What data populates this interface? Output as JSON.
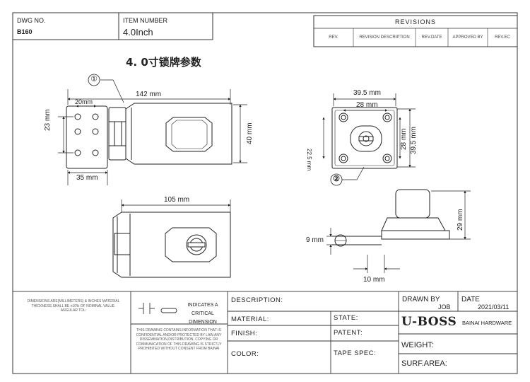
{
  "title_block_top": {
    "dwg_no_label": "DWG NO.",
    "dwg_no_value": "B160",
    "item_number_label": "ITEM NUMBER",
    "item_number_value": "4.0Inch",
    "revisions_label": "REVISIONS",
    "revision_columns": [
      "REV.",
      "REVISION DESCRIPTION",
      "REV.DATE",
      "APPROVED BY",
      "REV.EC"
    ]
  },
  "drawing_title": "4. 0寸锁牌参数",
  "callouts": [
    "①",
    "②"
  ],
  "dimensions": {
    "front_overall_width": "142 mm",
    "hinge_hole_spacing": "20mm",
    "hinge_hole_vertical": "23 mm",
    "hinge_width": "35 mm",
    "front_height": "40 mm",
    "plate_width": "39.5 mm",
    "plate_hole_spacing_h": "28 mm",
    "plate_lock_offset": "22.5 mm",
    "plate_hole_spacing_v": "28 mm",
    "plate_height": "39.5 mm",
    "back_width": "105 mm",
    "side_height": "29 mm",
    "side_pin": "9 mm",
    "side_base": "10 mm"
  },
  "title_block_bottom": {
    "notes": "DIMENSIONS ARE(MILLIMETERS) & INCHES MATERIAL THICKNESS SHALL BE ±10% OF NOMINAL VALUE. ANGULAR TOL:",
    "critical_label": "INDICATES A CRITICAL DIMENSION",
    "confidential": "THIS DRAWING CONTAINS INFORMATION THAT IS CONFIDENTIAL AND/OR PROTECTED BY LAW.ANY DISSEMINATION,DISTRIBUTION, COPYING OR COMMUNICATION OF THIS DRAWING IS STRICTLY PROHIBITED WITHOUT CONSENT FROM BAINAI",
    "description_label": "DESCRIPTION:",
    "material_label": "MATERIAL:",
    "state_label": "STATE:",
    "finish_label": "FINISH:",
    "patent_label": "PATENT:",
    "color_label": "COLOR:",
    "tape_spec_label": "TAPE SPEC:",
    "drawn_by_label": "DRAWN BY",
    "job_label": "JOB",
    "date_label": "DATE",
    "date_value": "2021/03/11",
    "brand": "U-BOSS",
    "company": "BAINAI HARDWARE",
    "weight_label": "WEIGHT:",
    "surf_area_label": "SURF.AREA:"
  }
}
